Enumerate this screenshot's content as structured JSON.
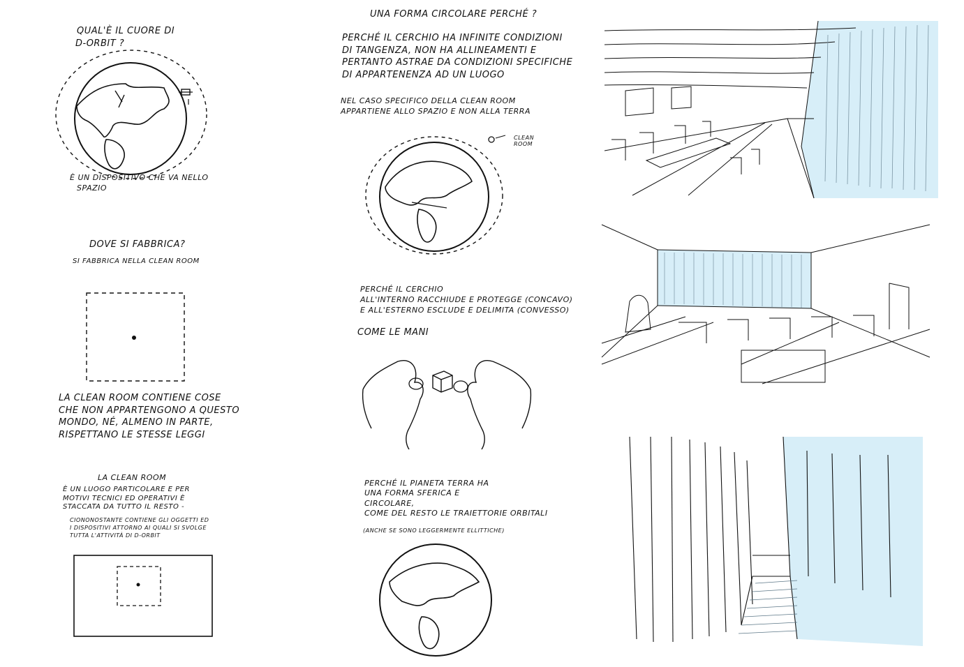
{
  "column1": {
    "q1": {
      "lines": [
        "Qual'è il cuore di",
        "D-Orbit ?"
      ]
    },
    "q1_answer": {
      "lines": [
        "È un dispositivo che va nello",
        "spazio"
      ]
    },
    "q2": {
      "lines": [
        "Dove si fabbrica?"
      ]
    },
    "q2_answer": {
      "lines": [
        "Si fabbrica nella clean room"
      ]
    },
    "clean_room_text": {
      "lines": [
        "La Clean Room contiene cose",
        "che non appartengono a questo",
        "mondo, né, almeno in parte,",
        "rispettano le stesse leggi"
      ]
    },
    "clean_room_title": {
      "lines": [
        "La Clean Room"
      ]
    },
    "clean_room_desc": {
      "lines": [
        "È un luogo particolare e per",
        "motivi tecnici ed operativi è",
        "staccata da tutto il resto -"
      ]
    },
    "clean_room_desc2": {
      "lines": [
        "Ciononostante contiene gli oggetti ed",
        "i dispositivi attorno ai quali si svolge",
        "tutta l'attività di D-Orbit"
      ]
    }
  },
  "column2": {
    "q3": {
      "lines": [
        "Una forma circolare perché ?"
      ]
    },
    "q3_answer": {
      "lines": [
        "Perché il cerchio ha infinite condizioni",
        "di tangenza, non ha allineamenti e",
        "pertanto astrae da condizioni specifiche",
        "di appartenenza ad un luogo"
      ]
    },
    "q3_answer2": {
      "lines": [
        "Nel caso specifico della Clean Room",
        "appartiene allo spazio e non alla terra"
      ]
    },
    "clean_room_label": {
      "lines": [
        "Clean",
        "Room"
      ]
    },
    "circle_text": {
      "lines": [
        "Perché il cerchio",
        "all'interno racchiude e protegge (concavo)",
        "e all'esterno esclude e delimita (convesso)"
      ]
    },
    "hands_text": {
      "lines": [
        "Come le mani"
      ]
    },
    "planet_text": {
      "lines": [
        "Perché il pianeta terra ha",
        "una forma sferica e",
        "circolare,",
        "come del resto le traiettorie orbitali"
      ]
    },
    "planet_note": {
      "lines": [
        "(anche se sono leggermente ellittiche)"
      ]
    }
  },
  "colors": {
    "ink": "#111111",
    "wall_blue": "#d7eef8"
  },
  "sketches": [
    "globe-with-orbit",
    "dashed-square-plan",
    "site-plan",
    "globe-with-clean-room-orbit",
    "cupped-hands",
    "planet-earth",
    "office-perspective-1",
    "office-perspective-2",
    "corridor-perspective"
  ]
}
